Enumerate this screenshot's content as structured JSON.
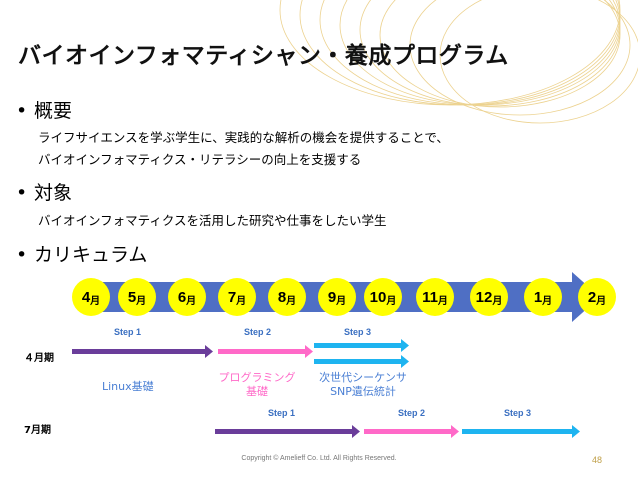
{
  "slide": {
    "title": "バイオインフォマティシャン・養成プログラム",
    "sections": [
      {
        "bullet": "•",
        "heading": "概要",
        "lines": [
          "ライフサイエンスを学ぶ学生に、実践的な解析の機会を提供することで、",
          "バイオインフォマティクス・リテラシーの向上を支援する"
        ]
      },
      {
        "bullet": "•",
        "heading": "対象",
        "lines": [
          "バイオインフォマティクスを活用した研究や仕事をしたい学生"
        ]
      },
      {
        "bullet": "•",
        "heading": "カリキュラム",
        "lines": []
      }
    ],
    "timeline": {
      "months": [
        {
          "num": "4",
          "unit": "月"
        },
        {
          "num": "5",
          "unit": "月"
        },
        {
          "num": "6",
          "unit": "月"
        },
        {
          "num": "7",
          "unit": "月"
        },
        {
          "num": "8",
          "unit": "月"
        },
        {
          "num": "9",
          "unit": "月"
        },
        {
          "num": "10",
          "unit": "月"
        },
        {
          "num": "11",
          "unit": "月"
        },
        {
          "num": "12",
          "unit": "月"
        },
        {
          "num": "1",
          "unit": "月"
        },
        {
          "num": "2",
          "unit": "月"
        }
      ],
      "band_color": "#4f6fc4",
      "circle_color": "#ffff00"
    },
    "term_april": {
      "label": "４月期",
      "steps": [
        "Step 1",
        "Step 2",
        "Step 3"
      ],
      "courses": [
        "Linux基礎",
        "プログラミング",
        "基礎",
        "次世代シーケンサ",
        "SNP遺伝統計"
      ]
    },
    "term_july": {
      "label": "7月期",
      "steps": [
        "Step 1",
        "Step 2",
        "Step 3"
      ]
    },
    "colors": {
      "step1": "#6a3d9a",
      "step2": "#ff69c8",
      "step3": "#1eb4f0",
      "step_text": "#3a6fc1",
      "course_text": "#4a7fd4"
    },
    "footer": "Copyright © Amelieff Co. Ltd. All Rights Reserved.",
    "page_number": "48"
  }
}
